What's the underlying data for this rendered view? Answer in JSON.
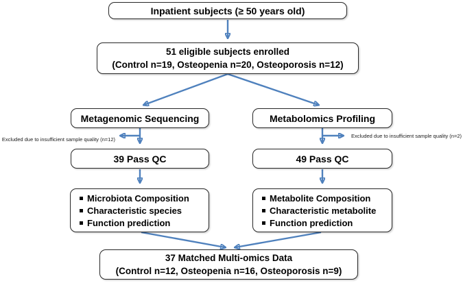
{
  "figure": {
    "top_box": "Inpatient subjects (≥ 50 years old)",
    "enrolled_box": {
      "line1": "51 eligible subjects enrolled",
      "line2": "(Control n=19, Osteopenia n=20, Osteoporosis n=12)"
    },
    "left_branch": {
      "method": "Metagenomic Sequencing",
      "excluded_note": "Excluded due to insufficient sample quality (n=12)",
      "qc": "39 Pass QC",
      "outputs": [
        "Microbiota Composition",
        "Characteristic species",
        "Function prediction"
      ]
    },
    "right_branch": {
      "method": "Metabolomics Profiling",
      "excluded_note": "Excluded due to insufficient sample quality (n=2)",
      "qc": "49 Pass QC",
      "outputs": [
        "Metabolite Composition",
        "Characteristic metabolite",
        "Function prediction"
      ]
    },
    "bottom_box": {
      "line1": "37 Matched Multi-omics Data",
      "line2": "(Control n=12, Osteopenia n=16, Osteoporosis n=9)"
    },
    "colors": {
      "arrow": "#4f81bd",
      "box_border": "#262626",
      "text": "#000000",
      "background": "#ffffff"
    }
  }
}
